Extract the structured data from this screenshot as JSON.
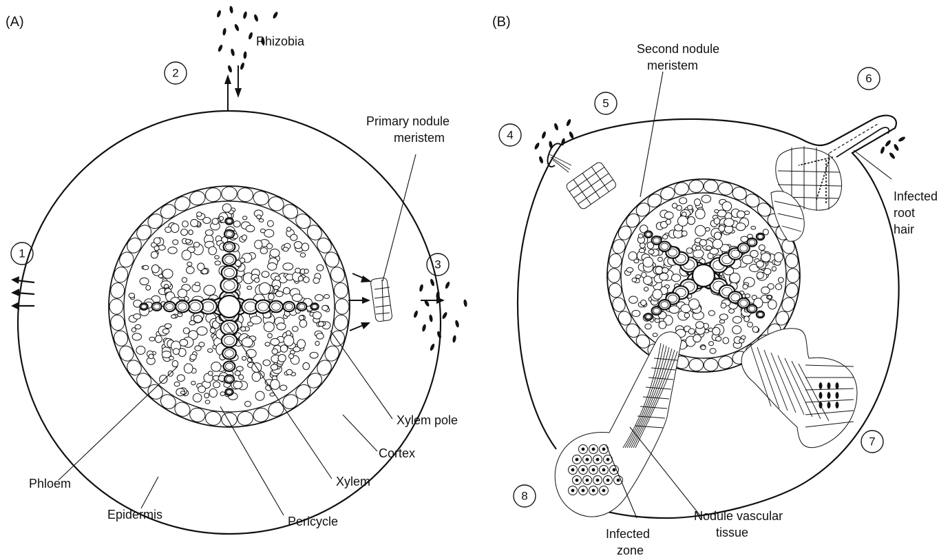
{
  "panels": {
    "a": {
      "tag": "(A)",
      "labels": {
        "rhizobia": "Rhizobia",
        "primary_meristem_1": "Primary nodule",
        "primary_meristem_2": "meristem",
        "xylem_pole": "Xylem pole",
        "cortex": "Cortex",
        "xylem": "Xylem",
        "phloem": "Phloem",
        "epidermis": "Epidermis",
        "pericycle": "Pericycle"
      },
      "steps": [
        "1",
        "2",
        "3"
      ]
    },
    "b": {
      "tag": "(B)",
      "labels": {
        "second_meristem_1": "Second nodule",
        "second_meristem_2": "meristem",
        "infected_root_hair_1": "Infected",
        "infected_root_hair_2": "root",
        "infected_root_hair_3": "hair",
        "nodule_vascular_1": "Nodule vascular",
        "nodule_vascular_2": "tissue",
        "infected_zone_1": "Infected",
        "infected_zone_2": "zone"
      },
      "steps": [
        "4",
        "5",
        "6",
        "7",
        "8"
      ]
    }
  }
}
